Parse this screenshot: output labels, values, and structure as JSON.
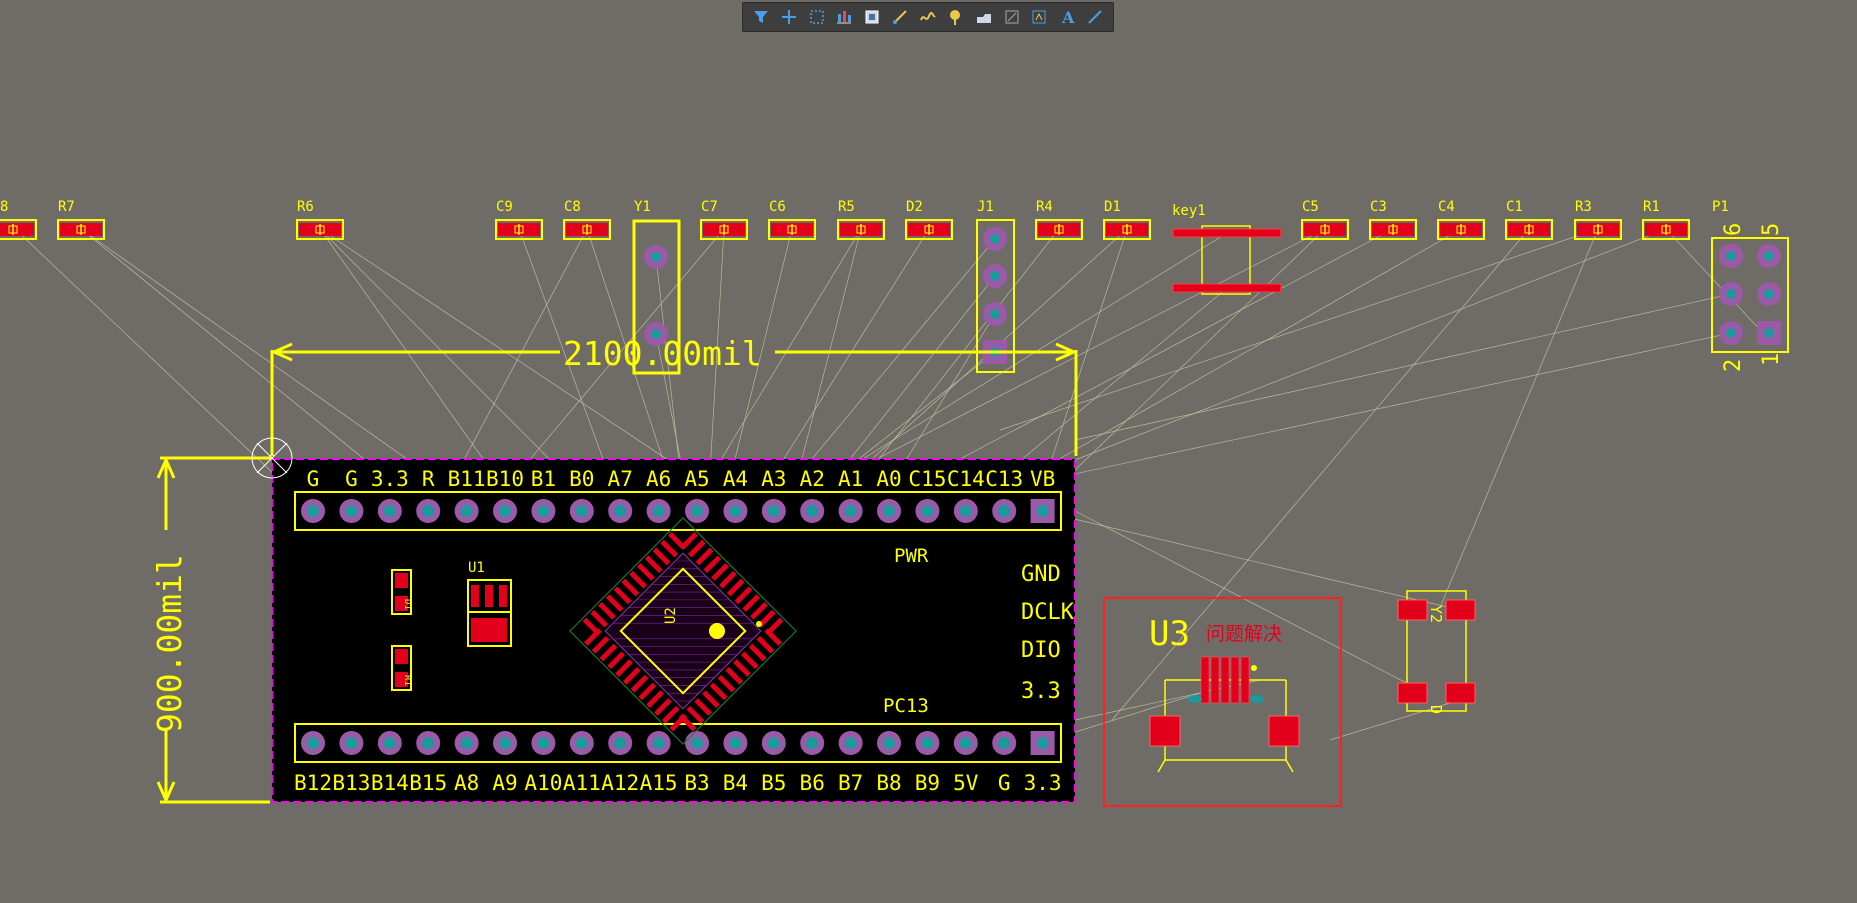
{
  "toolbar": {
    "buttons": [
      {
        "name": "filter-icon"
      },
      {
        "name": "add-icon"
      },
      {
        "name": "select-rect-icon"
      },
      {
        "name": "align-icon"
      },
      {
        "name": "component-icon"
      },
      {
        "name": "route-icon"
      },
      {
        "name": "interactive-route-icon"
      },
      {
        "name": "via-icon"
      },
      {
        "name": "fill-icon"
      },
      {
        "name": "region-icon"
      },
      {
        "name": "dimension-icon"
      },
      {
        "name": "text-icon",
        "glyph": "A"
      },
      {
        "name": "line-icon"
      }
    ]
  },
  "colors": {
    "background": "#6f6b67",
    "silk": "#ffff00",
    "pad": "#e3001b",
    "board": "#000000",
    "keepout": "#ff00ff",
    "ratsnest": "#c8c8a0",
    "via_ring": "#9a5aa8",
    "via_hole": "#1a9a9a"
  },
  "dimensions": {
    "horizontal": "2100.00mil",
    "vertical": "900.00mil"
  },
  "components_top_row": [
    "8",
    "R7",
    "R6",
    "C9",
    "C8",
    "Y1",
    "C7",
    "C6",
    "R5",
    "D2",
    "J1",
    "R4",
    "D1",
    "key1",
    "C5",
    "C3",
    "C4",
    "C1",
    "R3",
    "R1",
    "P1"
  ],
  "p1_pins": {
    "top_left": "6",
    "top_right": "5",
    "bottom_left": "2",
    "bottom_right": "1"
  },
  "board": {
    "top_header_labels": [
      "G",
      "G",
      "3.3",
      "R",
      "B11",
      "B10",
      "B1",
      "B0",
      "A7",
      "A6",
      "A5",
      "A4",
      "A3",
      "A2",
      "A1",
      "A0",
      "C15",
      "C14",
      "C13",
      "VB"
    ],
    "bottom_header_labels": [
      "B12",
      "B13",
      "B14",
      "B15",
      "A8",
      "A9",
      "A10",
      "A11",
      "A12",
      "A15",
      "B3",
      "B4",
      "B5",
      "B6",
      "B7",
      "B8",
      "B9",
      "5V",
      "G",
      "3.3"
    ],
    "right_labels": [
      "GND",
      "DCLK",
      "DIO",
      "3.3"
    ],
    "pwr_label": "PWR",
    "pc13_label": "PC13",
    "u1_label": "U1",
    "u2_label": "U2",
    "r_small_top": "D1",
    "r_small_bottom": "R1"
  },
  "u3": {
    "designator": "U3",
    "note": "问题解决"
  },
  "y2": {
    "designator": "Y2",
    "pin_mark": "D"
  }
}
